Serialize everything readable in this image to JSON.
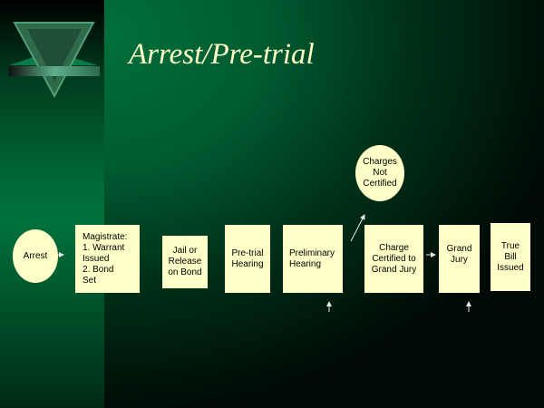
{
  "title": "Arrest/Pre-trial",
  "nodes": {
    "arrest": "Arrest",
    "magistrate": "Magistrate:\n1. Warrant\nIssued\n2. Bond\nSet",
    "jail": "Jail or\nRelease\non Bond",
    "pretrial": "Pre-trial\nHearing",
    "preliminary": "Preliminary\nHearing",
    "charge_certified": "Charge\nCertified to\nGrand Jury",
    "grand_jury": "Grand\nJury",
    "true_bill": "True\nBill\nIssued",
    "not_certified": "Charges\nNot\nCertified"
  },
  "colors": {
    "node": "#ffffc8",
    "title": "#ffffc8"
  }
}
